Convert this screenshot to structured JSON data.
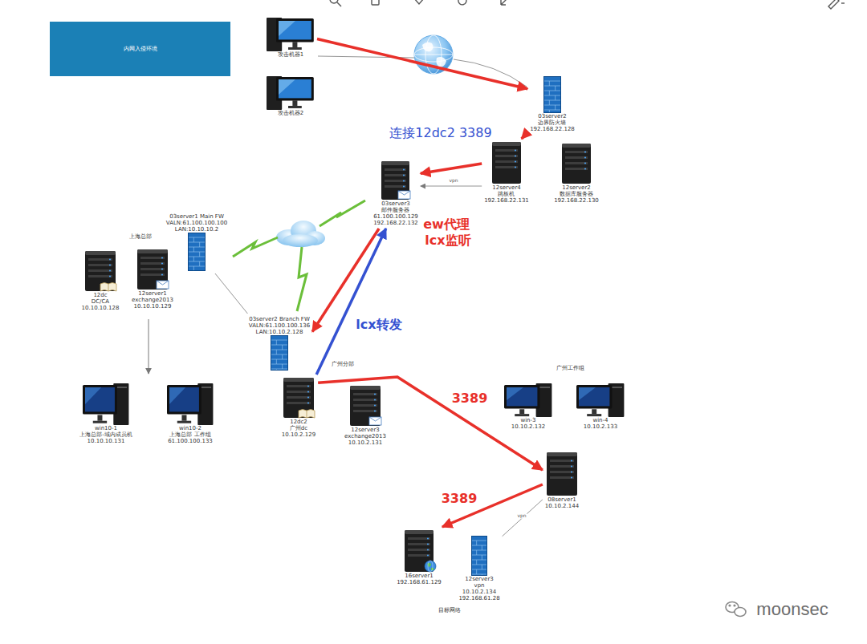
{
  "diagram": {
    "nodes": [
      {
        "text": [
          "内网入侵环境"
        ]
      },
      {
        "text": [
          "攻击机器1"
        ]
      },
      {
        "text": [
          "攻击机器2"
        ]
      },
      {
        "text": [
          "03server2",
          "边界防火墙",
          "192.168.22.128"
        ]
      },
      {
        "text": [
          "12server4",
          "跳板机",
          "192.168.22.131"
        ]
      },
      {
        "text": [
          "12server2",
          "数据库服务器",
          "192.168.22.130"
        ]
      },
      {
        "text": [
          "03server3",
          "邮件服务器",
          "61.100.100.129",
          "192.168.22.132"
        ]
      },
      {
        "text": [
          "03server1 Main FW",
          "VALN:61.100.100.100",
          "LAN:10.10.10.2"
        ]
      },
      {
        "text": [
          "12dc",
          "DC/CA",
          "10.10.10.128"
        ]
      },
      {
        "text": [
          "12server1",
          "exchange2013",
          "10.10.10.129"
        ]
      },
      {
        "text": [
          "03server2 Branch FW",
          "VALN:61.100.100.136",
          "LAN:10.10.2.128"
        ]
      },
      {
        "text": [
          "win10-1",
          "上海总部-域内成员机",
          "10.10.10.131"
        ]
      },
      {
        "text": [
          "win10-2",
          "上海总部 工作组",
          "61.100.100.133"
        ]
      },
      {
        "text": [
          "12dc2",
          "广州dc",
          "10.10.2.129"
        ]
      },
      {
        "text": [
          "12server3",
          "exchange2013",
          "10.10.2.131"
        ]
      },
      {
        "text": [
          "win-3",
          "10.10.2.132"
        ]
      },
      {
        "text": [
          "win-4",
          "10.10.2.133"
        ]
      },
      {
        "text": [
          "08server1",
          "10.10.2.144"
        ]
      },
      {
        "text": [
          "16server1",
          "192.168.61.129"
        ]
      },
      {
        "text": [
          "12server3",
          "vpn",
          "10.10.2.134",
          "192.168.61.28"
        ]
      }
    ],
    "edges": [
      {
        "from": 1,
        "to": 3,
        "arrow": "to"
      },
      {
        "from": 3,
        "to": 4,
        "arrow": "to",
        "label": "连接12dc2 3389"
      },
      {
        "from": 4,
        "to": 6,
        "arrow": "to"
      },
      {
        "from": 4,
        "to": 6,
        "arrow": "to",
        "label": "vpn"
      },
      {
        "from": 6,
        "to": 10,
        "arrow": "to"
      },
      {
        "from": 13,
        "to": 6,
        "arrow": "to"
      },
      {
        "from": 13,
        "to": 17,
        "arrow": "to",
        "label": "3389"
      },
      {
        "from": 17,
        "to": 18,
        "arrow": "to",
        "label": "3389"
      },
      {
        "from": 17,
        "to": 19,
        "arrow": "none",
        "label": "vpn"
      },
      {
        "from": 7,
        "to": 10,
        "arrow": "none"
      }
    ],
    "labels": [
      "上海总部",
      "广州分部",
      "广州工作组",
      "目标网络",
      "ew代理",
      "lcx监听",
      "lcx转发",
      "moonsec"
    ]
  }
}
